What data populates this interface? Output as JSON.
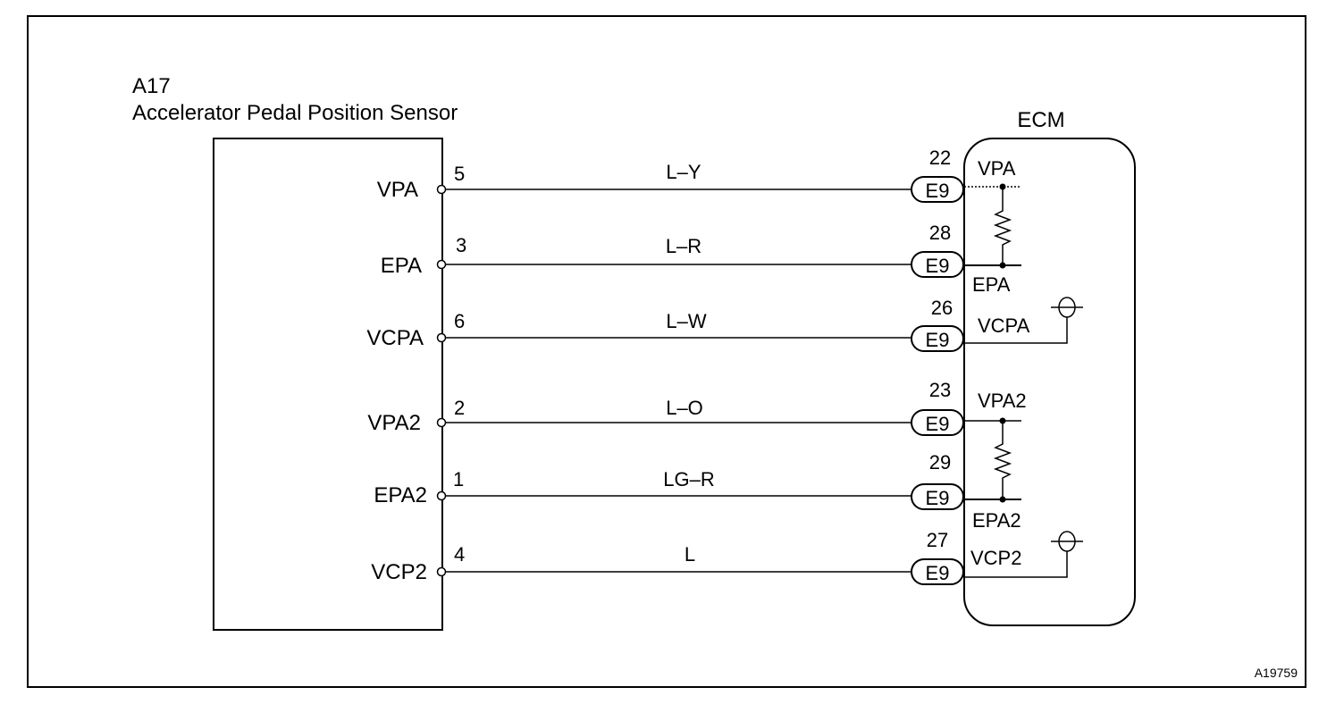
{
  "sensor": {
    "code": "A17",
    "name": "Accelerator Pedal Position Sensor"
  },
  "ecm": {
    "label": "ECM"
  },
  "figure_id": "A19759",
  "wires": [
    {
      "sensor_term": "VPA",
      "pin": "5",
      "color": "L–Y",
      "ecm_pin": "22",
      "connector": "E9"
    },
    {
      "sensor_term": "EPA",
      "pin": "3",
      "color": "L–R",
      "ecm_pin": "28",
      "connector": "E9"
    },
    {
      "sensor_term": "VCPA",
      "pin": "6",
      "color": "L–W",
      "ecm_pin": "26",
      "connector": "E9"
    },
    {
      "sensor_term": "VPA2",
      "pin": "2",
      "color": "L–O",
      "ecm_pin": "23",
      "connector": "E9"
    },
    {
      "sensor_term": "EPA2",
      "pin": "1",
      "color": "LG–R",
      "ecm_pin": "29",
      "connector": "E9"
    },
    {
      "sensor_term": "VCP2",
      "pin": "4",
      "color": "L",
      "ecm_pin": "27",
      "connector": "E9"
    }
  ],
  "ecm_terms": [
    "VPA",
    "EPA",
    "VCPA",
    "VPA2",
    "EPA2",
    "VCP2"
  ]
}
